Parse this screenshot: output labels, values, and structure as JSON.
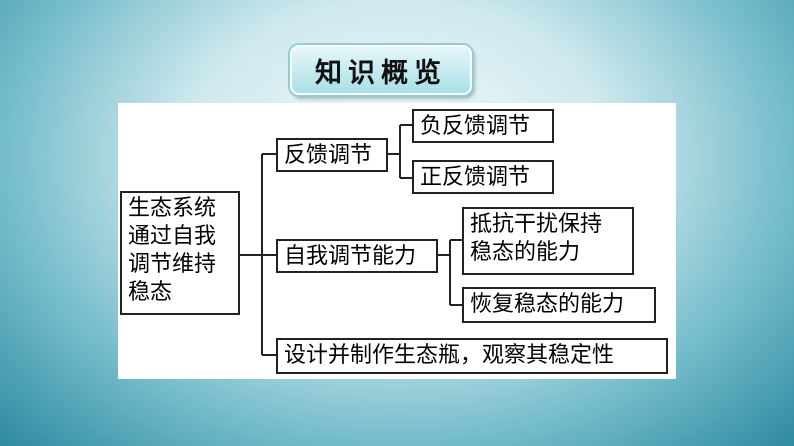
{
  "title": "知识概览",
  "root": "生态系统\n通过自我\n调节维持\n稳态",
  "branches": {
    "feedback": {
      "label": "反馈调节",
      "children": [
        "负反馈调节",
        "正反馈调节"
      ]
    },
    "self_regulation": {
      "label": "自我调节能力",
      "children": [
        "抵抗干扰保持\n稳态的能力",
        "恢复稳态的能力"
      ]
    },
    "experiment": {
      "label": "设计并制作生态瓶，观察其稳定性"
    }
  }
}
